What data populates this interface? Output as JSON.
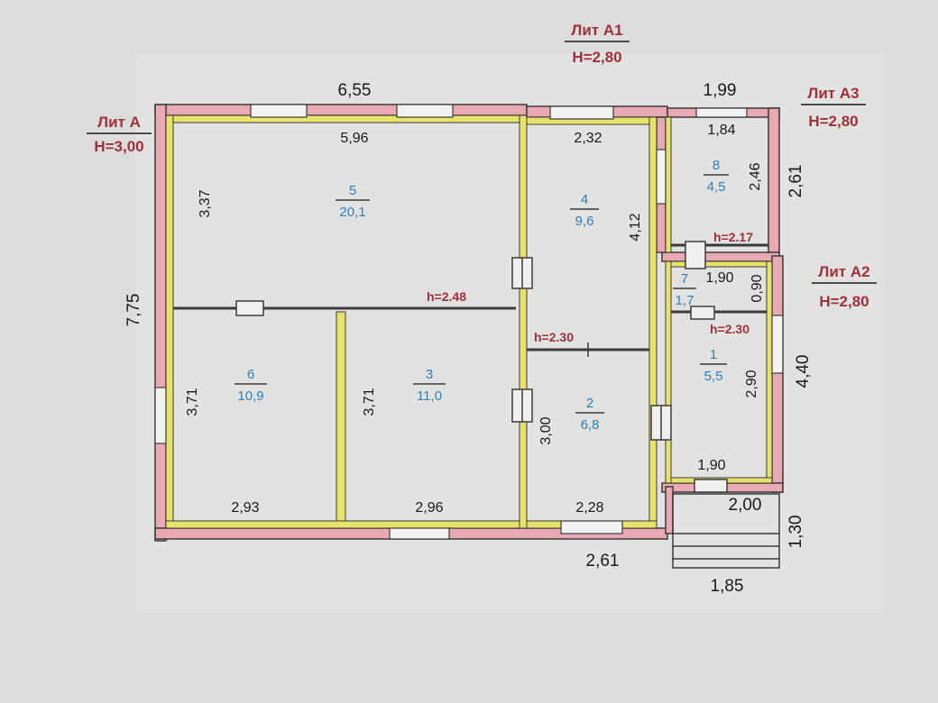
{
  "colors": {
    "paper": "#dcdcda",
    "wall_outer": "#e8a9b4",
    "wall_inner": "#e6e26a",
    "wall_line": "#3a3a3a",
    "lit_text": "#a0303e",
    "room_text": "#2b7fc0"
  },
  "lits": [
    {
      "name": "Лит А",
      "h": "H=3,00"
    },
    {
      "name": "Лит А1",
      "h": "H=2,80"
    },
    {
      "name": "Лит А3",
      "h": "H=2,80"
    },
    {
      "name": "Лит А2",
      "h": "H=2,80"
    }
  ],
  "rooms": [
    {
      "num": "5",
      "area": "20,1"
    },
    {
      "num": "4",
      "area": "9,6"
    },
    {
      "num": "8",
      "area": "4,5"
    },
    {
      "num": "7",
      "area": "1,7"
    },
    {
      "num": "6",
      "area": "10,9"
    },
    {
      "num": "3",
      "area": "11,0"
    },
    {
      "num": "2",
      "area": "6,8"
    },
    {
      "num": "1",
      "area": "5,5"
    }
  ],
  "heights": [
    "h=2.48",
    "h=2.30",
    "h=2.17",
    "h=2.30"
  ],
  "dims": {
    "d655": "6,55",
    "d596": "5,96",
    "d199": "1,99",
    "d184": "1,84",
    "d232": "2,32",
    "d775": "7,75",
    "d337": "3,37",
    "d412": "4,12",
    "d246": "2,46",
    "d261r": "2,61",
    "d190a": "1,90",
    "d090": "0,90",
    "d440": "4,40",
    "d290": "2,90",
    "d371a": "3,71",
    "d371b": "3,71",
    "d300": "3,00",
    "d293": "2,93",
    "d296": "2,96",
    "d228": "2,28",
    "d190b": "1,90",
    "d200": "2,00",
    "d261b": "2,61",
    "d130": "1,30",
    "d185": "1,85"
  }
}
